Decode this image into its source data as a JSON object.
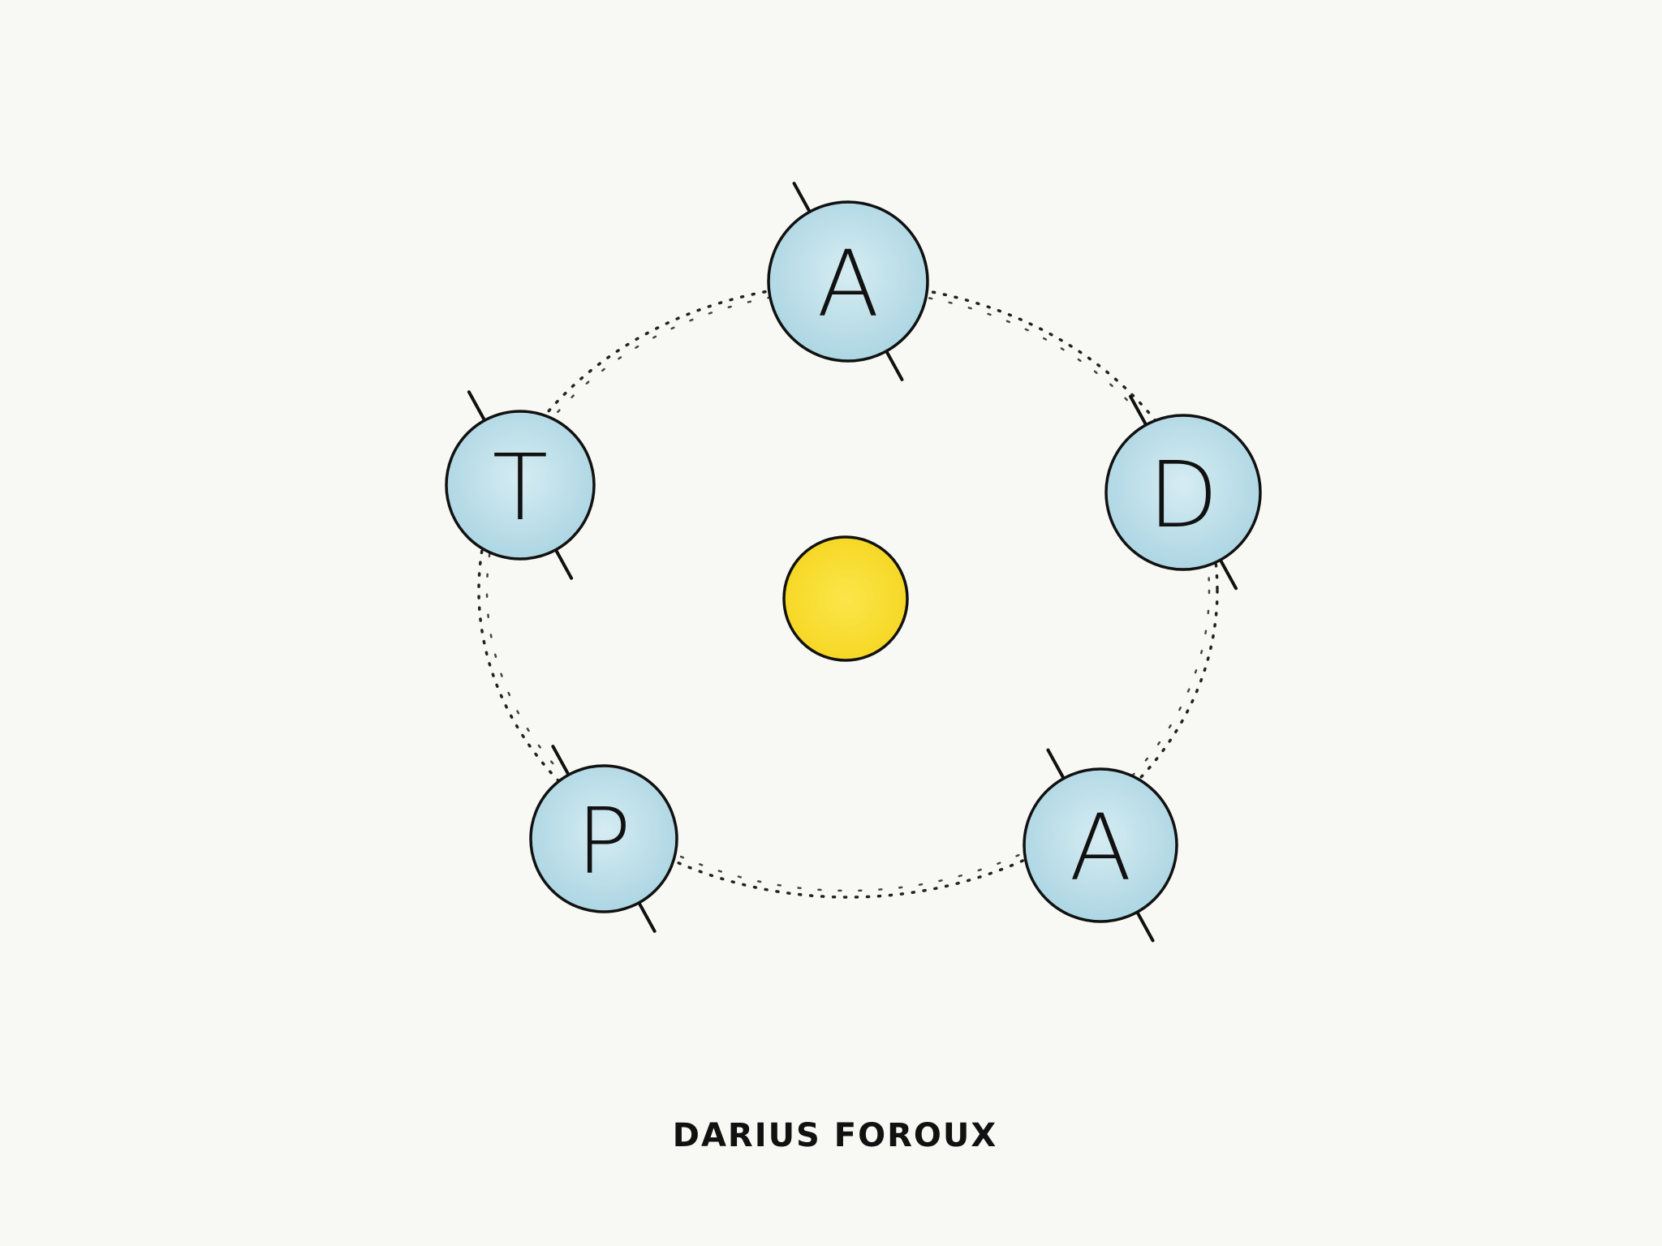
{
  "diagram": {
    "center_color": "#f7dc2a",
    "node_color": "#bfe0ea",
    "nodes": [
      {
        "letter": "A"
      },
      {
        "letter": "D"
      },
      {
        "letter": "A"
      },
      {
        "letter": "P"
      },
      {
        "letter": "T"
      }
    ]
  },
  "signature": "DARIUS FOROUX"
}
